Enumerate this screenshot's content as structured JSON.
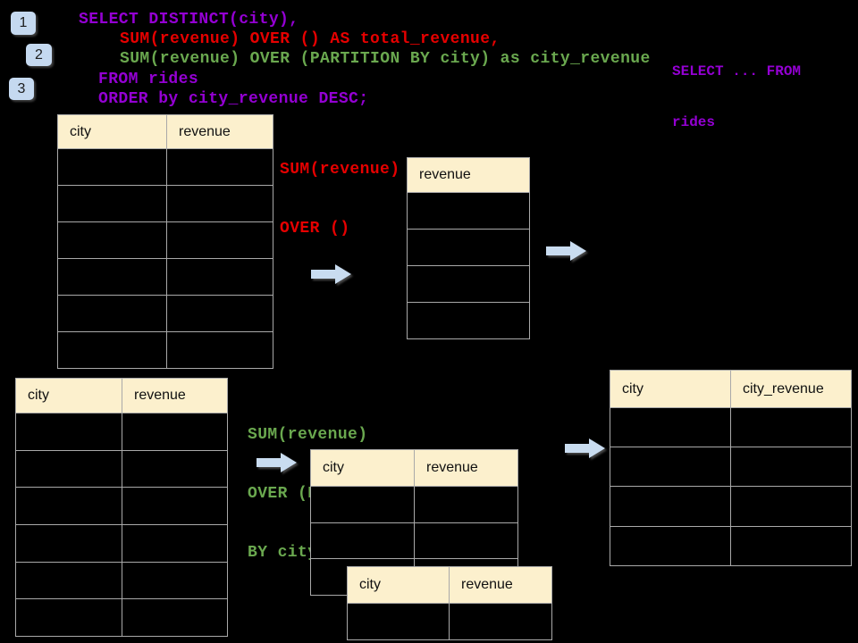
{
  "slide": {
    "topic": "SQL window functions: SUM() OVER diagram",
    "background_color": "#000000"
  },
  "colors": {
    "sql_purple": "#9400D3",
    "sql_red": "#E60000",
    "sql_green": "#6AA84F",
    "table_header_fill": "#FCF0CD",
    "table_border": "#A9A9A9",
    "arrow_fill": "#C9DCF0",
    "badge_fill": "#C5D9F0"
  },
  "badges": [
    {
      "label": "1"
    },
    {
      "label": "2"
    },
    {
      "label": "3"
    }
  ],
  "sql": {
    "lines": [
      {
        "text": "SELECT DISTINCT(city),",
        "color": "purple"
      },
      {
        "text": "SUM(revenue) OVER () AS total_revenue,",
        "color": "red"
      },
      {
        "text": "SUM(revenue) OVER (PARTITION BY city) as city_revenue",
        "color": "green"
      },
      {
        "text": "FROM rides",
        "color": "purple"
      },
      {
        "text": "ORDER by city_revenue DESC;",
        "color": "purple"
      }
    ]
  },
  "side_note": {
    "line1": "SELECT ... FROM",
    "line2": "rides"
  },
  "annotations": {
    "total": {
      "line1": "SUM(revenue)",
      "line2": "OVER ()"
    },
    "partition": {
      "line1": "SUM(revenue)",
      "line2": "OVER (PARTITION",
      "line3": "BY city)"
    }
  },
  "tables": {
    "source_top": {
      "headers": [
        "city",
        "revenue"
      ],
      "row_count": 6
    },
    "total_result": {
      "headers": [
        "revenue"
      ],
      "row_count": 4
    },
    "source_bottom": {
      "headers": [
        "city",
        "revenue"
      ],
      "row_count": 6
    },
    "partition_group": {
      "headers": [
        "city",
        "revenue"
      ],
      "row_count": 3
    },
    "partition_overlap": {
      "headers": [
        "city",
        "revenue"
      ],
      "row_count": 1
    },
    "city_revenue_result": {
      "headers": [
        "city",
        "city_revenue"
      ],
      "row_count": 4
    }
  },
  "icons": {
    "arrow_right_icon": "block-arrow-right"
  }
}
